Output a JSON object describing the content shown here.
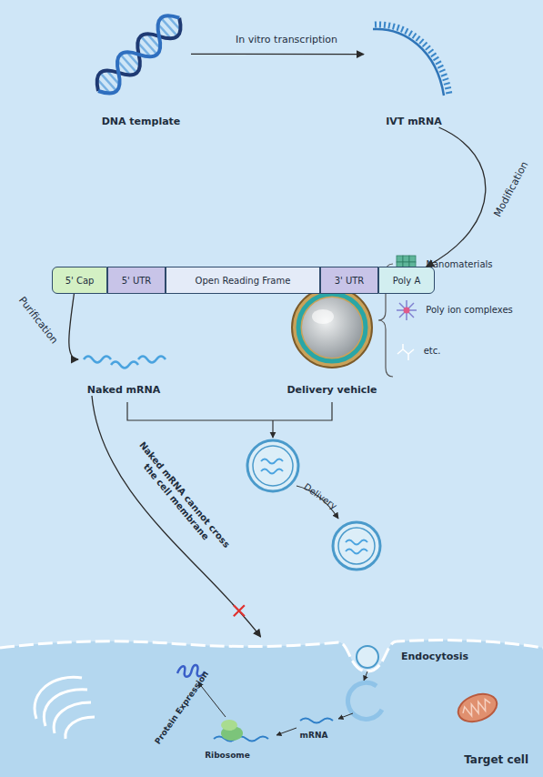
{
  "diagram": {
    "nodes": [
      {
        "text": [
          "DNA template"
        ]
      },
      {
        "text": [
          "IVT mRNA"
        ]
      },
      {
        "text": [
          "5' Cap"
        ]
      },
      {
        "text": [
          "5' UTR"
        ]
      },
      {
        "text": [
          "Open Reading  Frame"
        ]
      },
      {
        "text": [
          "3' UTR"
        ]
      },
      {
        "text": [
          "Poly A"
        ]
      },
      {
        "text": [
          "Naked mRNA"
        ]
      },
      {
        "text": [
          "Delivery vehicle"
        ]
      },
      {
        "text": [
          "Target cell"
        ]
      }
    ],
    "edges": [
      {
        "from": 0,
        "to": 1,
        "label": "In vitro transcription",
        "arrow": "to"
      },
      {
        "from": 1,
        "to": 6,
        "label": "Modification",
        "arrow": "to"
      },
      {
        "from": 2,
        "to": 7,
        "label": "Purification",
        "arrow": "to"
      },
      {
        "from": 7,
        "to": 9,
        "label": "Naked mRNA cannot cross the cell membrane",
        "arrow": "to"
      }
    ],
    "labels": [
      "Nanomaterials",
      "Poly ion complexes",
      "etc.",
      "Delivery",
      "Endocytosis",
      "Protein Expression",
      "Ribosome",
      "mRNA"
    ]
  }
}
